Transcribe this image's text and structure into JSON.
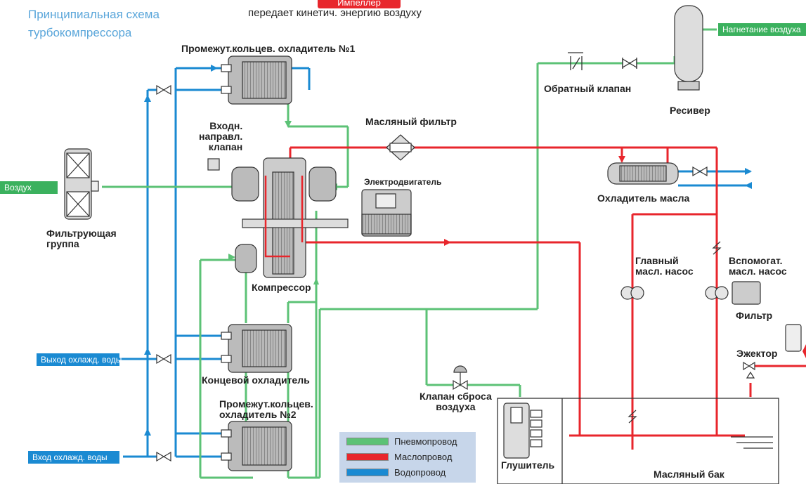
{
  "title": {
    "line1": "Принципиальная схема",
    "line2": "турбокомпрессора"
  },
  "impeller": {
    "label": "Импеллер",
    "caption": "передает кинетич. энергию воздуху"
  },
  "labels": {
    "intercooler1": "Промежут.кольцев. охладитель №1",
    "inlet_valve": [
      "Входн.",
      "направл.",
      "клапан"
    ],
    "oil_filter": "Масляный фильтр",
    "motor": "Электродвигатель",
    "compressor": "Компрессор",
    "filter_group": [
      "Фильтрующая",
      "группа"
    ],
    "check_valve": "Обратный клапан",
    "receiver": "Ресивер",
    "oil_cooler": "Охладитель масла",
    "main_pump": [
      "Главный",
      "масл. насос"
    ],
    "aux_pump": [
      "Вспомогат.",
      "масл. насос"
    ],
    "filter": "Фильтр",
    "ejector": "Эжектор",
    "aftercooler": "Концевой охладитель",
    "intercooler2": [
      "Промежут.кольцев.",
      "охладитель №2"
    ],
    "blowoff_valve": [
      "Клапан сброса",
      "воздуха"
    ],
    "silencer": "Глушитель",
    "oil_tank": "Масляный бак"
  },
  "tags": {
    "air_in": "Воздух",
    "discharge": "Нагнетание воздуха",
    "water_out": "Выход охлажд. воды",
    "water_in": "Вход охлажд. воды"
  },
  "legend": [
    {
      "label": "Пневмопровод",
      "color": "#5cc276"
    },
    {
      "label": "Маслопровод",
      "color": "#e8262c"
    },
    {
      "label": "Водопровод",
      "color": "#1a8ad2"
    }
  ],
  "colors": {
    "air": "#5cc276",
    "oil": "#e8262c",
    "water": "#1a8ad2",
    "title": "#5aa6da"
  }
}
